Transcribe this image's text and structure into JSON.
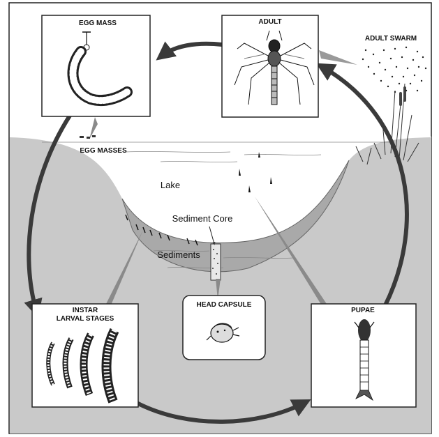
{
  "labels": {
    "egg_mass": "EGG MASS",
    "adult": "ADULT",
    "adult_swarm": "ADULT SWARM",
    "egg_masses": "EGG MASSES",
    "lake": "Lake",
    "sediment_core": "Sediment Core",
    "sediments": "Sediments",
    "instar_line1": "INSTAR",
    "instar_line2": "LARVAL STAGES",
    "head_capsule": "HEAD CAPSULE",
    "pupae": "PUPAE"
  },
  "colors": {
    "ground": "#c9c9c9",
    "sediment": "#a9a9a9",
    "arrow": "#3a3a3a",
    "box_border": "#222222"
  },
  "icons": {
    "egg_mass": "egg-mass-icon",
    "adult": "mosquito-icon",
    "swarm": "swarm-dots-icon",
    "larvae": "larvae-icon",
    "head_capsule": "head-capsule-icon",
    "pupa": "pupa-icon"
  }
}
